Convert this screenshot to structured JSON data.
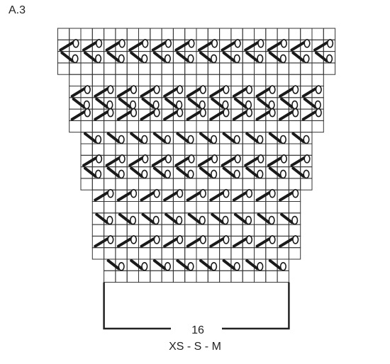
{
  "diagram": {
    "title": "A.3",
    "stitch_count": "16",
    "sizes": "XS - S - M",
    "colors": {
      "grid": "#333333",
      "symbol": "#1a1a1a",
      "background": "#ffffff"
    },
    "rows": [
      {
        "width": 24,
        "symbol": "none"
      },
      {
        "width": 24,
        "symbol": "left"
      },
      {
        "width": 24,
        "symbol": "right"
      },
      {
        "width": 24,
        "symbol": "none"
      },
      {
        "width": 22,
        "symbol": "none"
      },
      {
        "width": 22,
        "symbol": "left"
      },
      {
        "width": 22,
        "symbol": "right"
      },
      {
        "width": 22,
        "symbol": "left"
      },
      {
        "width": 22,
        "symbol": "none"
      },
      {
        "width": 20,
        "symbol": "right"
      },
      {
        "width": 20,
        "symbol": "none"
      },
      {
        "width": 20,
        "symbol": "left"
      },
      {
        "width": 20,
        "symbol": "right"
      },
      {
        "width": 20,
        "symbol": "none"
      },
      {
        "width": 18,
        "symbol": "left"
      },
      {
        "width": 18,
        "symbol": "none"
      },
      {
        "width": 18,
        "symbol": "right"
      },
      {
        "width": 18,
        "symbol": "none"
      },
      {
        "width": 18,
        "symbol": "left"
      },
      {
        "width": 18,
        "symbol": "none"
      },
      {
        "width": 16,
        "symbol": "right"
      },
      {
        "width": 16,
        "symbol": "none"
      }
    ]
  }
}
